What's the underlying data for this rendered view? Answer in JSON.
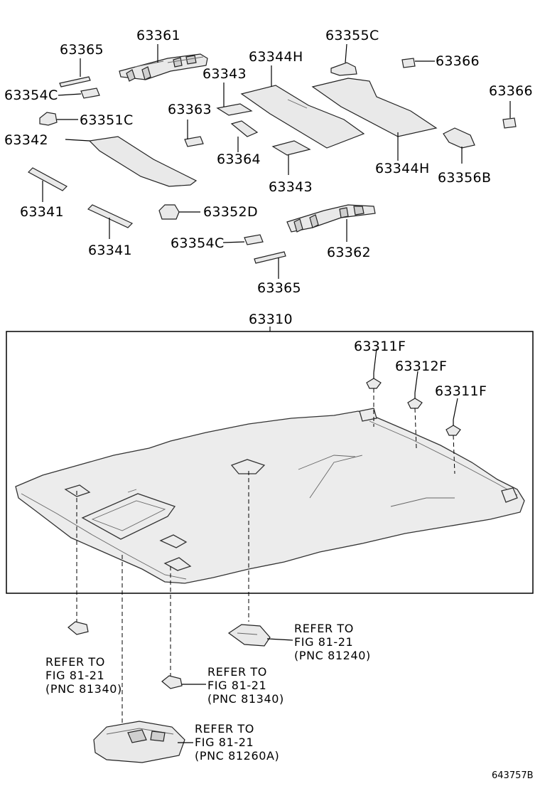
{
  "part_labels": {
    "p63365_top": "63365",
    "p63361": "63361",
    "p63355C": "63355C",
    "p63366_top": "63366",
    "p63366_right": "63366",
    "p63343_top": "63343",
    "p63344H_top": "63344H",
    "p63354C_left": "63354C",
    "p63363": "63363",
    "p63351C": "63351C",
    "p63342": "63342",
    "p63364": "63364",
    "p63343_bottom": "63343",
    "p63344H_bottom": "63344H",
    "p63356B": "63356B",
    "p63341_left": "63341",
    "p63352D": "63352D",
    "p63341_mid": "63341",
    "p63354C_mid": "63354C",
    "p63362": "63362",
    "p63365_bottom": "63365",
    "p63310": "63310",
    "p63311F_top": "63311F",
    "p63312F": "63312F",
    "p63311F_right": "63311F"
  },
  "references": {
    "ref1": {
      "line1": "REFER TO",
      "line2": "FIG 81-21",
      "line3": "(PNC 81240)"
    },
    "ref2": {
      "line1": "REFER TO",
      "line2": "FIG 81-21",
      "line3": "(PNC 81340)"
    },
    "ref3": {
      "line1": "REFER TO",
      "line2": "FIG 81-21",
      "line3": "(PNC 81340)"
    },
    "ref4": {
      "line1": "REFER TO",
      "line2": "FIG 81-21",
      "line3": "(PNC 81260A)"
    }
  },
  "diagram_code": "643757B"
}
